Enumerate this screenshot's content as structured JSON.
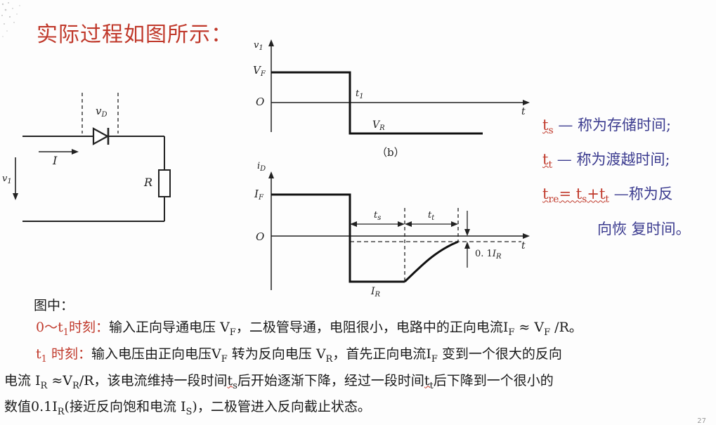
{
  "title": "实际过程如图所示：",
  "circuit": {
    "vD": "v",
    "vD_sub": "D",
    "I": "I",
    "v1": "v",
    "v1_sub": "1",
    "R": "R"
  },
  "plot_b": {
    "y_label": "v",
    "y_label_sub": "1",
    "VF": "V",
    "VF_sub": "F",
    "O": "O",
    "t": "t",
    "t1": "t",
    "t1_sub": "1",
    "VR": "V",
    "VR_sub": "R",
    "caption": "（b）"
  },
  "plot_i": {
    "y_label": "i",
    "y_label_sub": "D",
    "IF": "I",
    "IF_sub": "F",
    "O": "O",
    "t": "t",
    "ts": "t",
    "ts_sub": "s",
    "tt": "t",
    "tt_sub": "t",
    "IR": "I",
    "IR_sub": "R",
    "tenth": "0. 1",
    "tenth_I": "I",
    "tenth_sub": "R"
  },
  "definitions": {
    "ts_sym": "t",
    "ts_sub": "s",
    "ts_text": " — 称为存储时间;",
    "tt_sym": "t",
    "tt_sub": "t",
    "tt_text": " — 称为渡越时间;",
    "tre_sym": "t",
    "tre_sub": "re",
    "tre_eq": "= t",
    "tre_eq_sub1": "s",
    "tre_plus": "+t",
    "tre_eq_sub2": "t",
    "tre_text": " —称为反",
    "tre_text2": "向恢 复时间。"
  },
  "body_text": {
    "heading": "图中：",
    "l1_lead": "0～t",
    "l1_lead_sub": "1",
    "l1_lead2": "时刻：",
    "l1_a": "输入正向导通电压 V",
    "l1_a_sub": "F",
    "l1_b": "，二极管导通，电阻很小，电路中的正向电流I",
    "l1_b_sub": "F",
    "l1_c": " ≈ V",
    "l1_c_sub": "F",
    "l1_d": " /R。",
    "l2_lead": "t",
    "l2_lead_sub": "1",
    "l2_lead2": " 时刻：",
    "l2_a": "输入电压由正向电压V",
    "l2_a_sub": "F",
    "l2_b": " 转为反向电压 V",
    "l2_b_sub": "R",
    "l2_c": "，首先正向电流I",
    "l2_c_sub": "F",
    "l2_d": " 变到一个很大的反向",
    "l3_a": "电流  I",
    "l3_a_sub": "R",
    "l3_b": " ≈V",
    "l3_b_sub": "R",
    "l3_c": "/R，该电流维持一段时间",
    "l3_ts": "t",
    "l3_ts_sub": "s",
    "l3_d": "后开始逐渐下降，经过一段时间",
    "l3_tt": "t",
    "l3_tt_sub": "t",
    "l3_e": "后下降到一个很小的",
    "l4_a": "数值0.1I",
    "l4_a_sub": "R",
    "l4_b": "(接近反向饱和电流 I",
    "l4_b_sub": "S",
    "l4_c": ")，二极管进入反向截止状态。"
  },
  "page_number": "27"
}
